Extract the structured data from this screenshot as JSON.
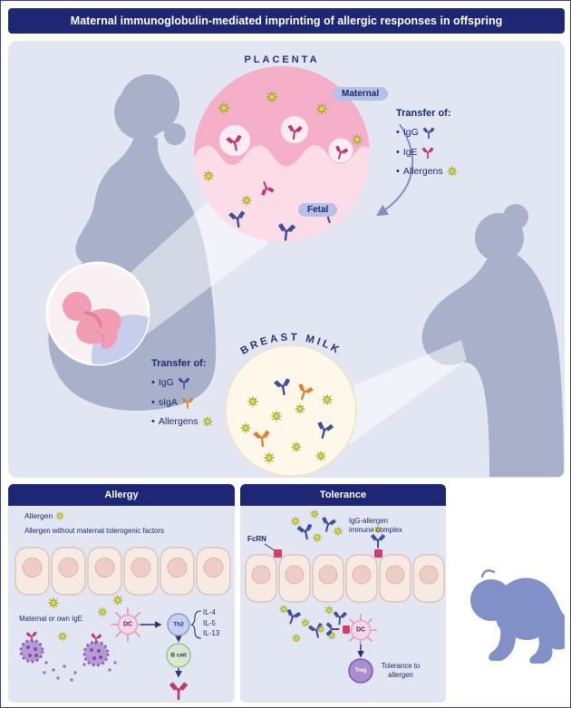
{
  "title": "Maternal immunoglobulin-mediated imprinting of allergic responses in offspring",
  "main": {
    "placenta": {
      "label": "PLACENTA",
      "maternal_tag": "Maternal",
      "fetal_tag": "Fetal",
      "transfer_heading": "Transfer of:",
      "transfer_items": [
        {
          "label": "IgG",
          "icon": "igg-antibody-icon",
          "color": "#3d4f9e"
        },
        {
          "label": "IgE",
          "icon": "ige-antibody-icon",
          "color": "#c23572"
        },
        {
          "label": "Allergens",
          "icon": "allergen-icon",
          "color": "#e9e050"
        }
      ]
    },
    "breast_milk": {
      "label": "BREAST MILK",
      "transfer_heading": "Transfer of:",
      "transfer_items": [
        {
          "label": "IgG",
          "icon": "igg-antibody-icon",
          "color": "#3d4f9e"
        },
        {
          "label": "sIgA",
          "icon": "siga-antibody-icon",
          "color": "#e08030"
        },
        {
          "label": "Allergens",
          "icon": "allergen-icon",
          "color": "#e9e050"
        }
      ]
    }
  },
  "allergy": {
    "header": "Allergy",
    "allergen_label": "Allergen",
    "subtitle": "Allergen without maternal tolerogenic factors",
    "dc": "DC",
    "th2": "Th2",
    "cytokines": [
      "IL-4",
      "IL-5",
      "IL-13"
    ],
    "b_cell": "B cell",
    "ige_note": "Maternal or own IgE"
  },
  "tolerance": {
    "header": "Tolerance",
    "complex_label": "IgG-allergen immune complex",
    "fcrn": "FcRN",
    "dc": "DC",
    "treg": "Treg",
    "outcome": "Tolerance to allergen"
  },
  "colors": {
    "navy": "#1d2776",
    "panel_bg": "#e2e6f3",
    "silhouette": "#a9b1ca",
    "baby_blue": "#8191c8",
    "igg_blue": "#3d4f9e",
    "ige_magenta": "#c23572",
    "siga_orange": "#e08030",
    "allergen_yellow": "#e9e050",
    "placenta_pink": "#fbdce7",
    "villi_pink": "#f5afc9",
    "milk_cream": "#fdf8ea",
    "tag_bg": "#b6c1e6"
  }
}
